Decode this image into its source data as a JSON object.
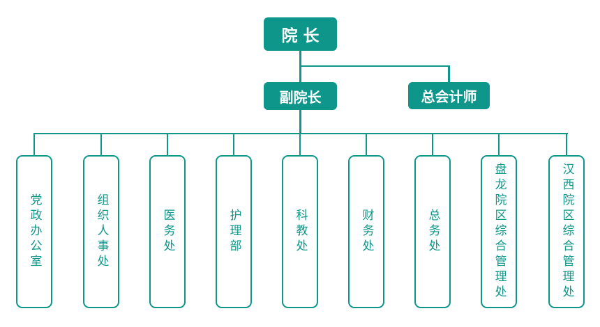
{
  "org_chart": {
    "root": {
      "label": "院 长"
    },
    "level2": [
      {
        "label": "副院长"
      },
      {
        "label": "总会计师"
      }
    ],
    "departments": [
      {
        "label": "党政办公室"
      },
      {
        "label": "组织人事处"
      },
      {
        "label": "医务处"
      },
      {
        "label": "护理部"
      },
      {
        "label": "科教处"
      },
      {
        "label": "财务处"
      },
      {
        "label": "总务处"
      },
      {
        "label": "盘龙院区综合管理处"
      },
      {
        "label": "汉西院区综合管理处"
      }
    ],
    "colors": {
      "accent_teal": "#0e968a",
      "text_on_fill": "#ffffff",
      "background": "#ffffff"
    }
  }
}
